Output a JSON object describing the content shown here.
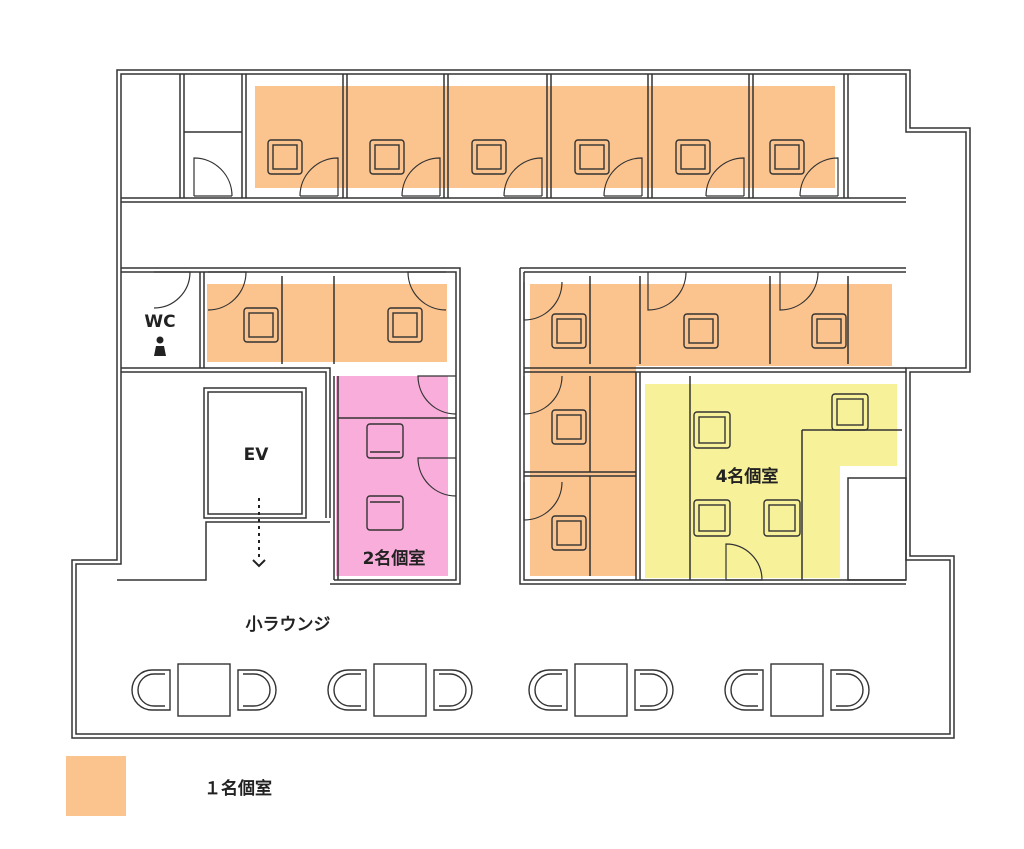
{
  "colors": {
    "single_room": "#fbc48f",
    "double_room": "#f9addb",
    "quad_room": "#f7f29a",
    "wall": "#333333"
  },
  "labels": {
    "wc": "WC",
    "ev": "EV",
    "double_room": "2名個室",
    "quad_room": "4名個室",
    "lounge": "小ラウンジ"
  },
  "icons": {
    "wc": "person-icon",
    "ev_arrow": "dotted-down-arrow-icon",
    "seat": "armchair-icon",
    "lounge_chair": "lounge-chair-icon",
    "door": "door-swing-icon"
  },
  "legend": {
    "items": [
      {
        "label": "１名個室",
        "color": "#fbc48f"
      }
    ]
  }
}
